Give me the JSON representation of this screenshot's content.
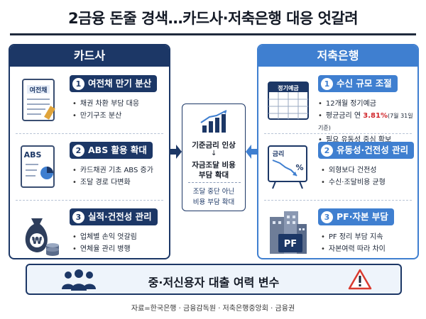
{
  "title": "2금융 돈줄 경색…카드사·저축은행 대응 엇갈려",
  "left_panel": {
    "header": "카드사",
    "sections": [
      {
        "num": "1",
        "label": "여전채 만기 분산",
        "icon_text": "여전채",
        "icon": "bond-document-icon",
        "bullets": [
          "채권 차환 부담 대응",
          "만기구조 분산"
        ]
      },
      {
        "num": "2",
        "label": "ABS 활용 확대",
        "icon_text": "ABS",
        "icon": "abs-document-chart-icon",
        "bullets": [
          "카드채권 기초 ABS 증가",
          "조달 경로 다변화"
        ]
      },
      {
        "num": "3",
        "label": "실적·건전성 관리",
        "icon_text": "₩",
        "icon": "money-bag-coins-icon",
        "bullets": [
          "업체별 손익 엇갈림",
          "연체율 관리 병행"
        ]
      }
    ]
  },
  "right_panel": {
    "header": "저축은행",
    "sections": [
      {
        "num": "1",
        "label": "수신 규모 조절",
        "icon_text": "정기예금",
        "icon": "deposit-calendar-icon",
        "bullets": [
          "12개월 정기예금",
          "평균금리 연 ",
          "필요 유동성 중심 확보"
        ],
        "rate": "3.81%",
        "rate_note": "(7월 31일 기준)"
      },
      {
        "num": "2",
        "label": "유동성·건전성 관리",
        "icon_text": "금리",
        "icon": "rate-decline-board-icon",
        "icon_sub": "%",
        "bullets": [
          "외형보다 건전성",
          "수신·조달비용 균형"
        ]
      },
      {
        "num": "3",
        "label": "PF·자본 부담",
        "icon_text": "PF",
        "icon": "pf-buildings-icon",
        "bullets": [
          "PF 정리 부담 지속",
          "자본여력 따라 차이"
        ]
      }
    ]
  },
  "center": {
    "line1": "기준금리 인상",
    "arrow": "↓",
    "line2": "자금조달 비용",
    "line3": "부담 확대",
    "note1": "조달 중단 아닌",
    "note2": "비용 부담 확대"
  },
  "bottom": {
    "text": "중·저신용자 대출 여력 변수"
  },
  "source": "자료=한국은행 · 금융감독원 · 저축은행중앙회 · 금융권",
  "colors": {
    "navy": "#1c3766",
    "blue": "#3f7fd0",
    "red": "#d1262b",
    "warning": "#d93a2f"
  }
}
